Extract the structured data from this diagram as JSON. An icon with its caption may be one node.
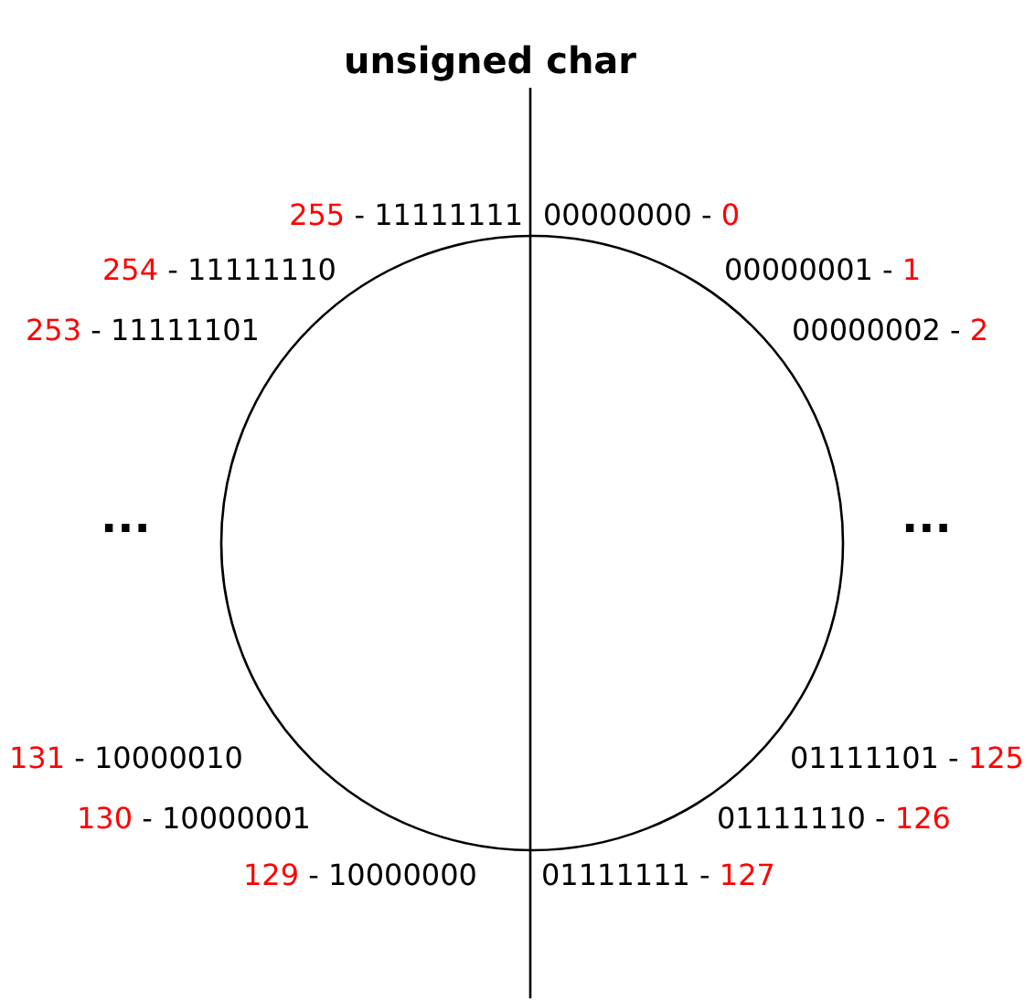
{
  "diagram": {
    "title": "unsigned char",
    "labels": [
      "255 - 11111111",
      "00000000 - 0",
      "254 - 11111110",
      "00000001 - 1",
      "253 - 11111101",
      "00000002 - 2",
      "...",
      "...",
      "131 - 10000010",
      "01111101 - 125",
      "130 - 10000001",
      "01111110 - 126",
      "129 - 10000000",
      "01111111 - 127"
    ]
  }
}
